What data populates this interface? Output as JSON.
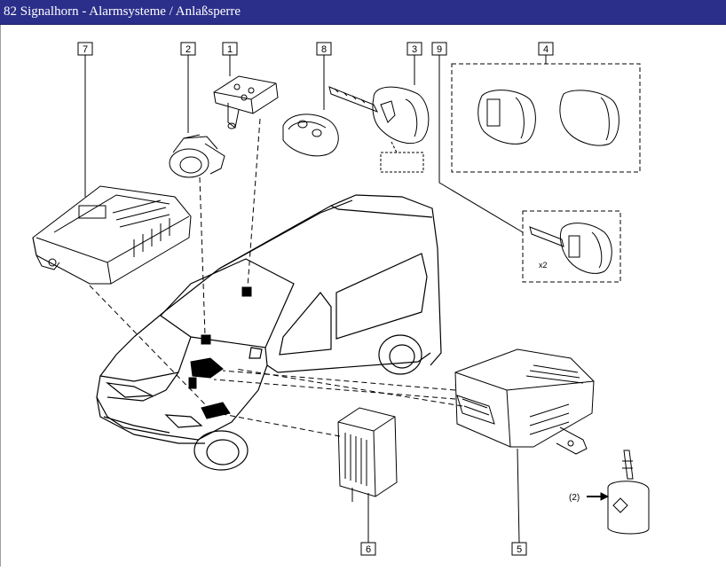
{
  "window": {
    "title": "82 Signalhorn - Alarmsysteme / Anlaßsperre"
  },
  "callouts": {
    "c1": "1",
    "c2": "2",
    "c3": "3",
    "c4": "4",
    "c5": "5",
    "c6": "6",
    "c7": "7",
    "c8": "8",
    "c9": "9"
  },
  "labels": {
    "x2": "x2",
    "pointer2": "(2)"
  },
  "colors": {
    "titlebar": "#2b2f8a",
    "line": "#000000"
  }
}
